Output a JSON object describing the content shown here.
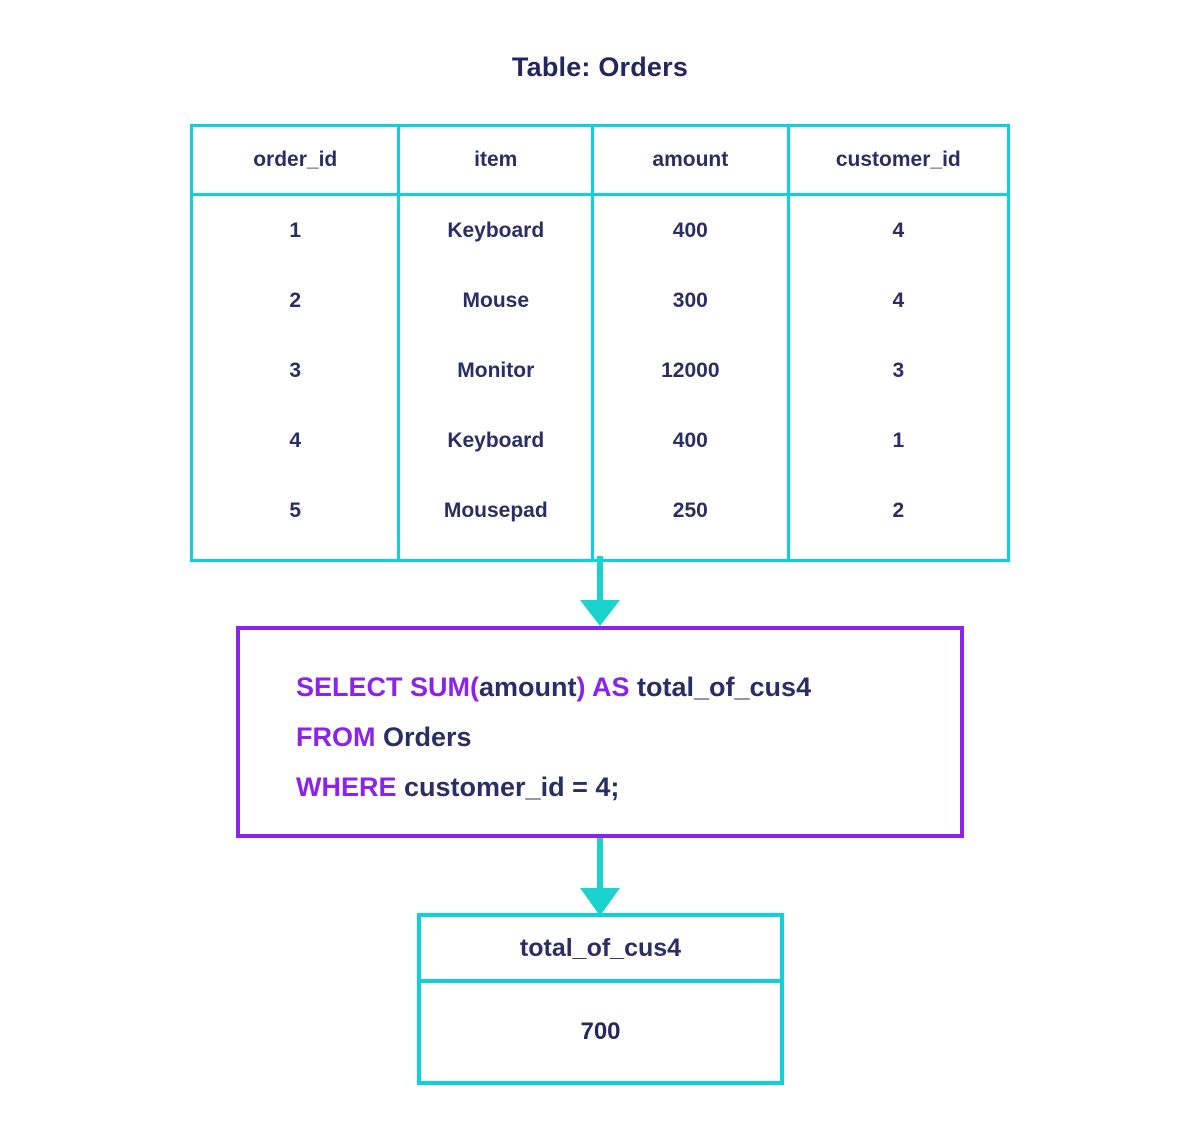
{
  "title": "Table: Orders",
  "colors": {
    "table_border": "#10d0dc",
    "query_border": "#8b23ec",
    "keyword": "#8b23ec",
    "identifier": "#2b2d63",
    "text": "#25275c",
    "arrow": "#1ad3cd"
  },
  "source_table": {
    "name": "Orders",
    "columns": [
      "order_id",
      "item",
      "amount",
      "customer_id"
    ],
    "rows": [
      [
        "1",
        "Keyboard",
        "400",
        "4"
      ],
      [
        "2",
        "Mouse",
        "300",
        "4"
      ],
      [
        "3",
        "Monitor",
        "12000",
        "3"
      ],
      [
        "4",
        "Keyboard",
        "400",
        "1"
      ],
      [
        "5",
        "Mousepad",
        "250",
        "2"
      ]
    ]
  },
  "query": {
    "full_text": "SELECT SUM(amount) AS total_of_cus4 FROM Orders WHERE customer_id = 4;",
    "line1": {
      "kw1": "SELECT SUM(",
      "id1": "amount",
      "kw2": ") AS",
      "id2": "total_of_cus4"
    },
    "line2": {
      "kw1": "FROM",
      "id1": "Orders"
    },
    "line3": {
      "kw1": "WHERE",
      "id1": "customer_id = 4;"
    }
  },
  "result_table": {
    "column": "total_of_cus4",
    "value": "700"
  },
  "arrows": [
    {
      "name": "table-to-query",
      "direction": "down"
    },
    {
      "name": "query-to-result",
      "direction": "down"
    }
  ]
}
